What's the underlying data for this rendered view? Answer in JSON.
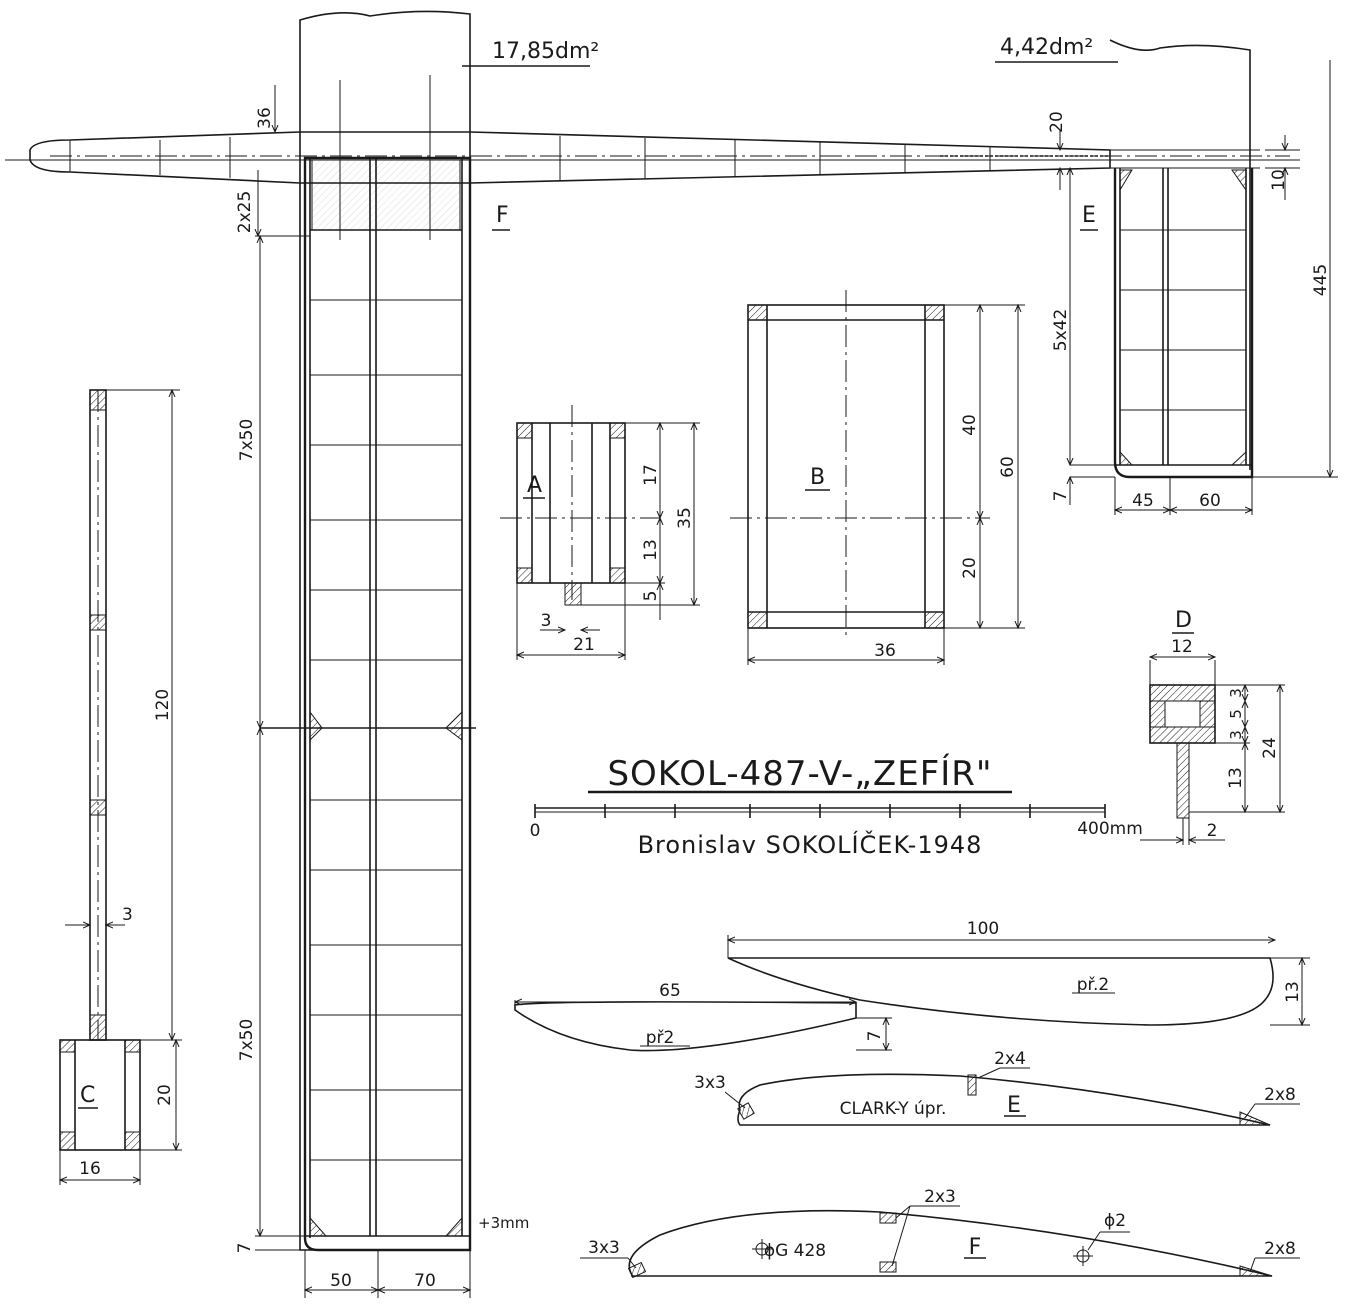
{
  "title": "SOKOL-487-V-„ZEFÍR\"",
  "author": "Bronislav SOKOLÍČEK-1948",
  "scale": {
    "start": "0",
    "end": "400mm"
  },
  "areas": {
    "wing": "17,85dm²",
    "tail": "4,42dm²"
  },
  "sections": {
    "A": "A",
    "B": "B",
    "C": "C",
    "D": "D",
    "E": "E",
    "F": "F"
  },
  "wing_dims": {
    "root_ribs": "2x25",
    "inner_ribs": "7x50",
    "outer_ribs": "7x50",
    "tip": "7",
    "chord_front": "50",
    "chord_rear": "70",
    "extra": "+3mm",
    "fus_h": "36"
  },
  "tail_dims": {
    "span": "445",
    "ribs": "5x42",
    "tip": "7",
    "chord_front": "45",
    "chord_rear": "60",
    "h20": "20",
    "h10": "10"
  },
  "fin_dims": {
    "height": "120",
    "thick": "3",
    "h": "20",
    "w": "16"
  },
  "sec_a": {
    "d17": "17",
    "d13": "13",
    "d5": "5",
    "d35": "35",
    "d3": "3",
    "d21": "21"
  },
  "sec_b": {
    "d40": "40",
    "d20": "20",
    "d60": "60",
    "d36": "36"
  },
  "sec_d": {
    "w": "12",
    "d3a": "3",
    "d5": "5",
    "d3b": "3",
    "d13": "13",
    "d24": "24",
    "d2": "2"
  },
  "profiles": {
    "fin": {
      "chord": "65",
      "thick": "7",
      "note": "př2"
    },
    "rudder": {
      "chord": "100",
      "thick": "13",
      "note": "př.2"
    },
    "tail_airfoil": {
      "le": "3x3",
      "spar": "2x4",
      "name": "CLARK-Y úpr.",
      "te": "2x8",
      "label": "E"
    },
    "wing_airfoil": {
      "le": "3x3",
      "spar": "2x3",
      "hole": "ϕG 428",
      "pin": "ϕ2",
      "te": "2x8",
      "label": "F"
    }
  }
}
